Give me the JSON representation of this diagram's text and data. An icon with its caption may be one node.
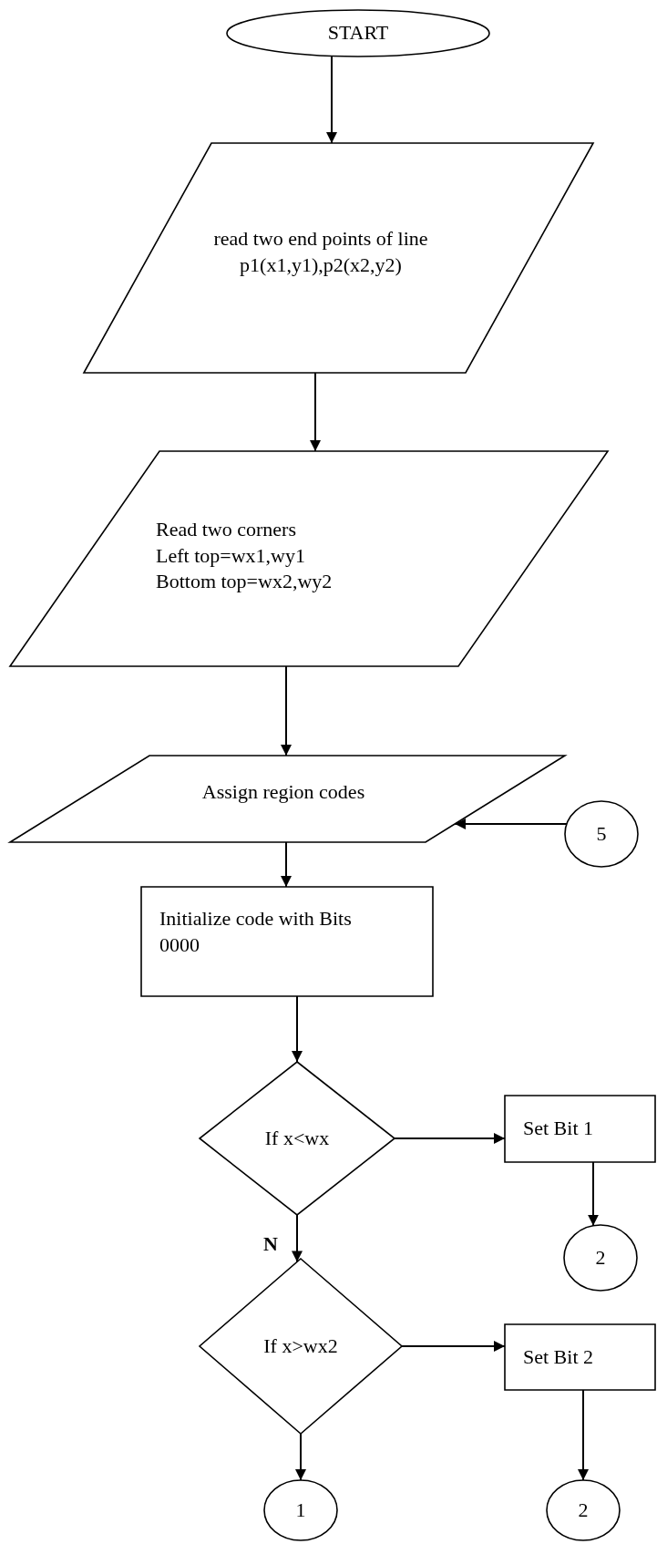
{
  "diagram": {
    "nodes": [
      {
        "text": [
          "START"
        ]
      },
      {
        "text": [
          "read two end points of line p1(x1,y1),p2(x2,y2)"
        ]
      },
      {
        "text": [
          "Read two corners",
          "Left top=wx1,wy1",
          "Bottom top=wx2,wy2"
        ]
      },
      {
        "text": [
          "Assign region codes"
        ]
      },
      {
        "text": [
          "5"
        ]
      },
      {
        "text": [
          "Initialize code with Bits 0000"
        ]
      },
      {
        "text": [
          "If x<wx"
        ]
      },
      {
        "text": [
          "Set Bit 1"
        ]
      },
      {
        "text": [
          "2"
        ]
      },
      {
        "text": [
          "If x>wx2"
        ]
      },
      {
        "text": [
          "Set Bit 2"
        ]
      },
      {
        "text": [
          "1"
        ]
      },
      {
        "text": [
          "2"
        ]
      }
    ],
    "edges": [
      {
        "from": 0,
        "to": 1,
        "arrow": "to"
      },
      {
        "from": 1,
        "to": 2,
        "arrow": "to"
      },
      {
        "from": 2,
        "to": 3,
        "arrow": "to"
      },
      {
        "from": 4,
        "to": 3,
        "arrow": "to"
      },
      {
        "from": 3,
        "to": 5,
        "arrow": "to"
      },
      {
        "from": 5,
        "to": 6,
        "arrow": "to"
      },
      {
        "from": 6,
        "to": 7,
        "arrow": "to"
      },
      {
        "from": 7,
        "to": 8,
        "arrow": "to"
      },
      {
        "from": 6,
        "to": 9,
        "arrow": "to",
        "label": "N"
      },
      {
        "from": 9,
        "to": 10,
        "arrow": "to"
      },
      {
        "from": 10,
        "to": 12,
        "arrow": "to"
      },
      {
        "from": 9,
        "to": 11,
        "arrow": "to"
      }
    ]
  }
}
